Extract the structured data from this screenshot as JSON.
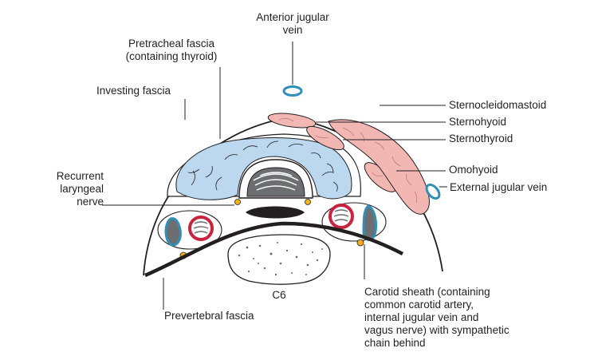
{
  "labels": {
    "anterior_jugular_vein": [
      "Anterior jugular",
      "vein"
    ],
    "pretracheal_fascia": [
      "Pretracheal fascia",
      "(containing thyroid)"
    ],
    "investing_fascia": "Investing fascia",
    "sternocleidomastoid": "Sternocleidomastoid",
    "sternohyoid": "Sternohyoid",
    "sternothyroid": "Sternothyroid",
    "omohyoid": "Omohyoid",
    "external_jugular_vein": "External jugular vein",
    "recurrent_laryngeal_nerve": [
      "Recurrent",
      "laryngeal",
      "nerve"
    ],
    "c6": "C6",
    "prevertebral_fascia": "Prevertebral fascia",
    "carotid_sheath": [
      "Carotid sheath (containing",
      "common carotid artery,",
      "internal jugular vein and",
      "vagus nerve) with sympathetic",
      "chain behind"
    ]
  },
  "colors": {
    "thyroid": "#bcd8ee",
    "muscle": "#f2b6b3",
    "vein_ring": "#2f8fb7",
    "artery_ring": "#c8243f",
    "nerve": "#f3b11e",
    "outline": "#231f20",
    "gray": "#6d6e71"
  }
}
